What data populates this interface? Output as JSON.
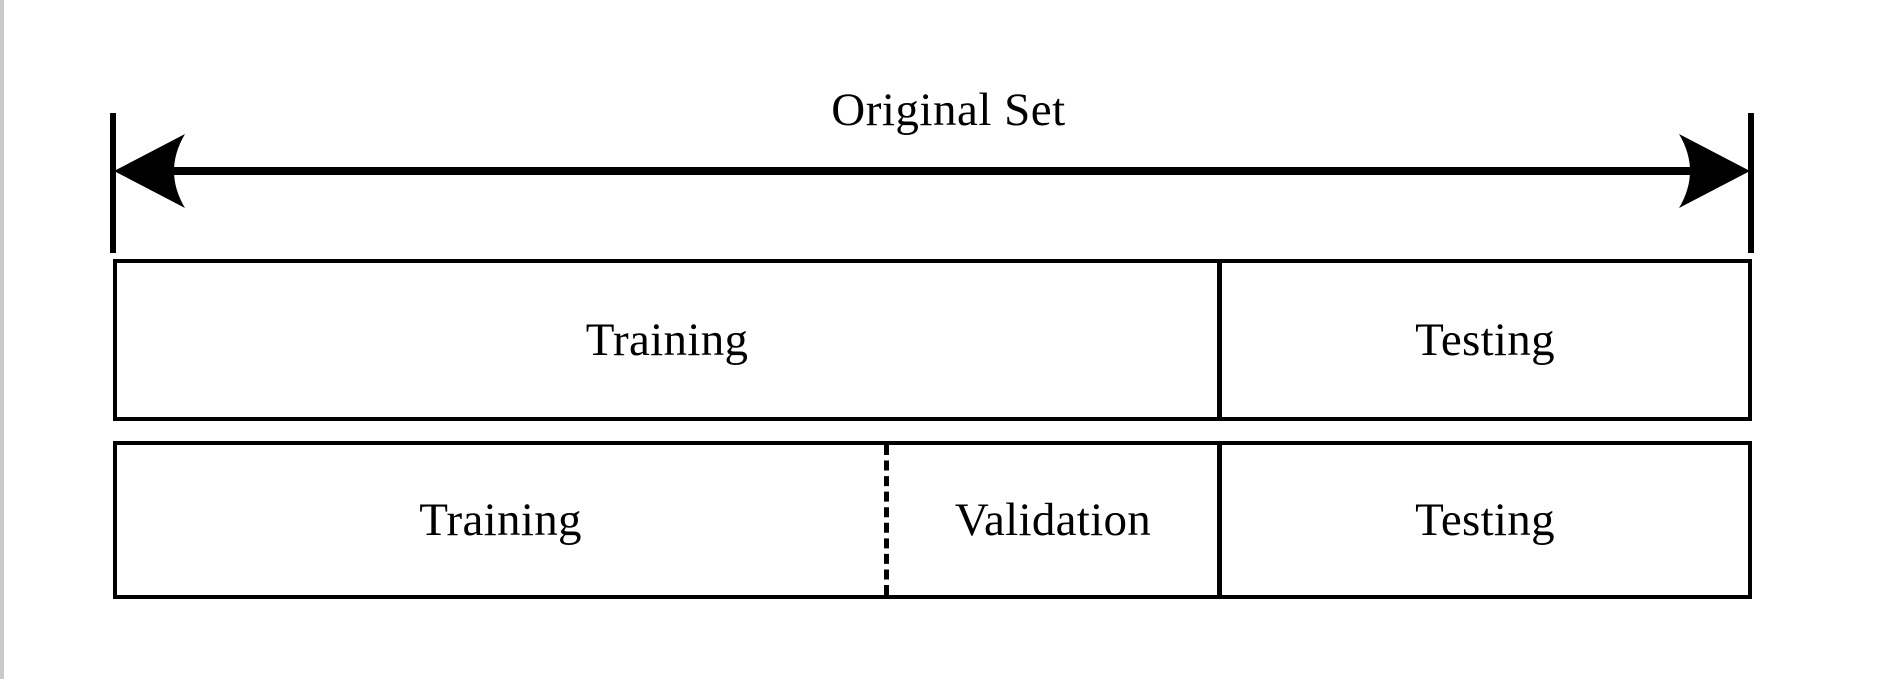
{
  "figure": {
    "kind": "dataset-split-diagram",
    "background_color": "#ffffff",
    "stroke_color": "#000000",
    "edge_strip_color": "#c9c9c9"
  },
  "span": {
    "title": "Original Set",
    "arrow_style": "double-headed",
    "left_tick_label": "",
    "right_tick_label": ""
  },
  "rows": [
    {
      "id": "original",
      "segments": [
        {
          "label": "Training",
          "separator": "none"
        },
        {
          "label": "Testing",
          "separator": "solid"
        }
      ]
    },
    {
      "id": "split",
      "segments": [
        {
          "label": "Training",
          "separator": "none"
        },
        {
          "label": "Validation",
          "separator": "dashed"
        },
        {
          "label": "Testing",
          "separator": "solid"
        }
      ]
    }
  ]
}
